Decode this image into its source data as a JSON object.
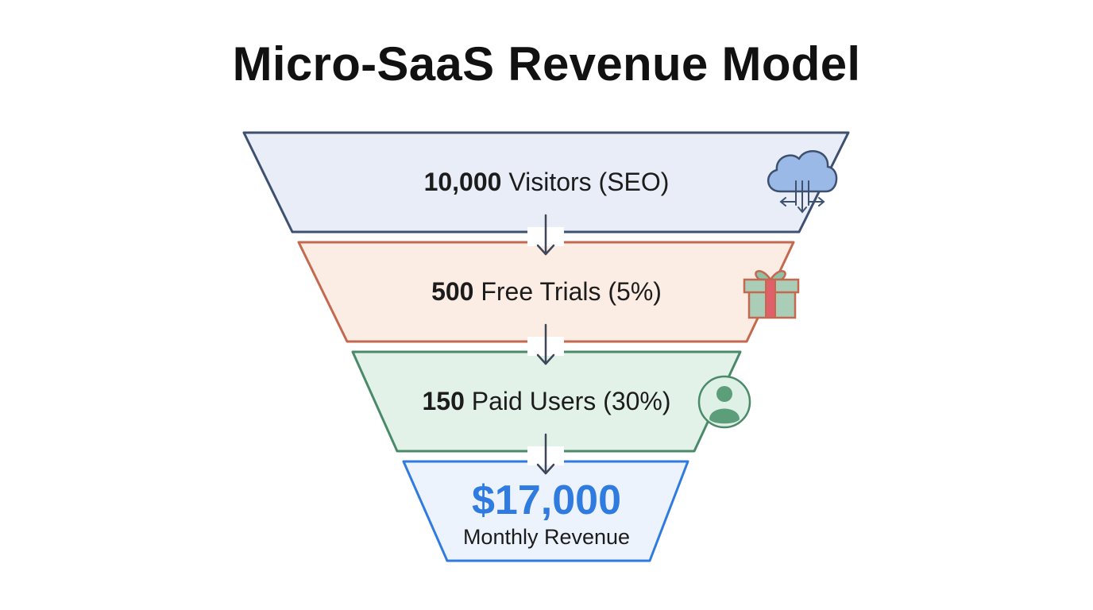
{
  "title": "Micro-SaaS Revenue Model",
  "stages": [
    {
      "value": "10,000",
      "label": "Visitors (SEO)",
      "icon": "cloud-sync-icon",
      "fill": "#e9edf7",
      "stroke": "#3e5070",
      "accent": "#6b93cf"
    },
    {
      "value": "500",
      "label": "Free Trials (5%)",
      "icon": "gift-icon",
      "fill": "#fbece4",
      "stroke": "#c4694f",
      "accent": "#e0606a"
    },
    {
      "value": "150",
      "label": "Paid Users (30%)",
      "icon": "user-icon",
      "fill": "#e3f2e9",
      "stroke": "#4a8a69",
      "accent": "#5c9e7a"
    }
  ],
  "revenue": {
    "amount": "$17,000",
    "label": "Monthly Revenue",
    "fill": "#edf3fc",
    "stroke": "#2f7be0",
    "amount_color": "#2f7be0"
  },
  "arrow_color": "#3e4658"
}
